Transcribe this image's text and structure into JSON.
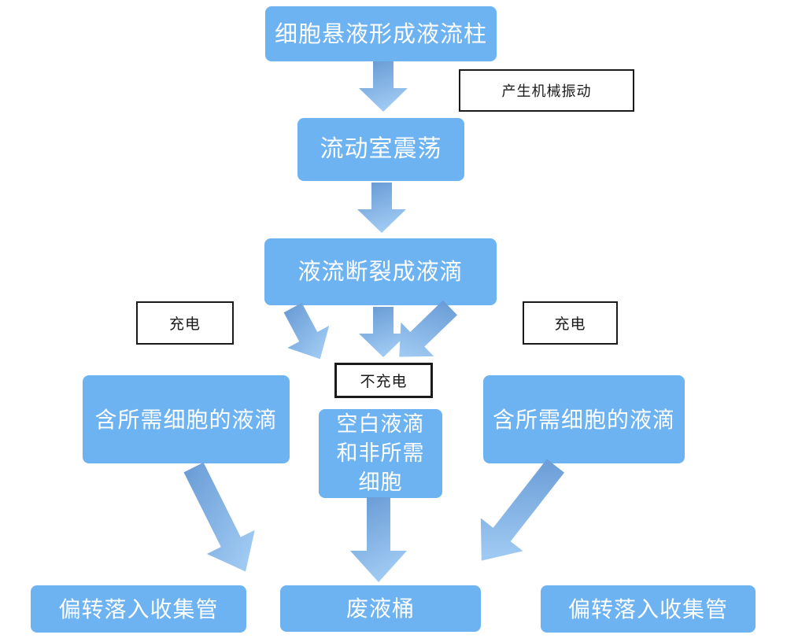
{
  "colors": {
    "background": "#ffffff",
    "node_fill": "#6DB2F1",
    "node_text": "#ffffff",
    "arrow_gradient_start": "#6598D3",
    "arrow_gradient_end": "#9EC9F2",
    "label_border": "#1a1a1a",
    "label_text": "#1a1a1a"
  },
  "nodes": {
    "cell_suspension": "细胞悬液形成液流柱",
    "flow_chamber": "流动室震荡",
    "stream_breaks": "液流断裂成液滴",
    "wanted_left": "含所需细胞的液滴",
    "blank_mid_lines": [
      "空白液滴",
      "和非所需",
      "细胞"
    ],
    "wanted_right": "含所需细胞的液滴",
    "collect_left": "偏转落入收集管",
    "waste": "废液桶",
    "collect_right": "偏转落入收集管"
  },
  "labels": {
    "vibration": "产生机械振动",
    "charge_left": "充电",
    "no_charge": "不充电",
    "charge_right": "充电"
  }
}
